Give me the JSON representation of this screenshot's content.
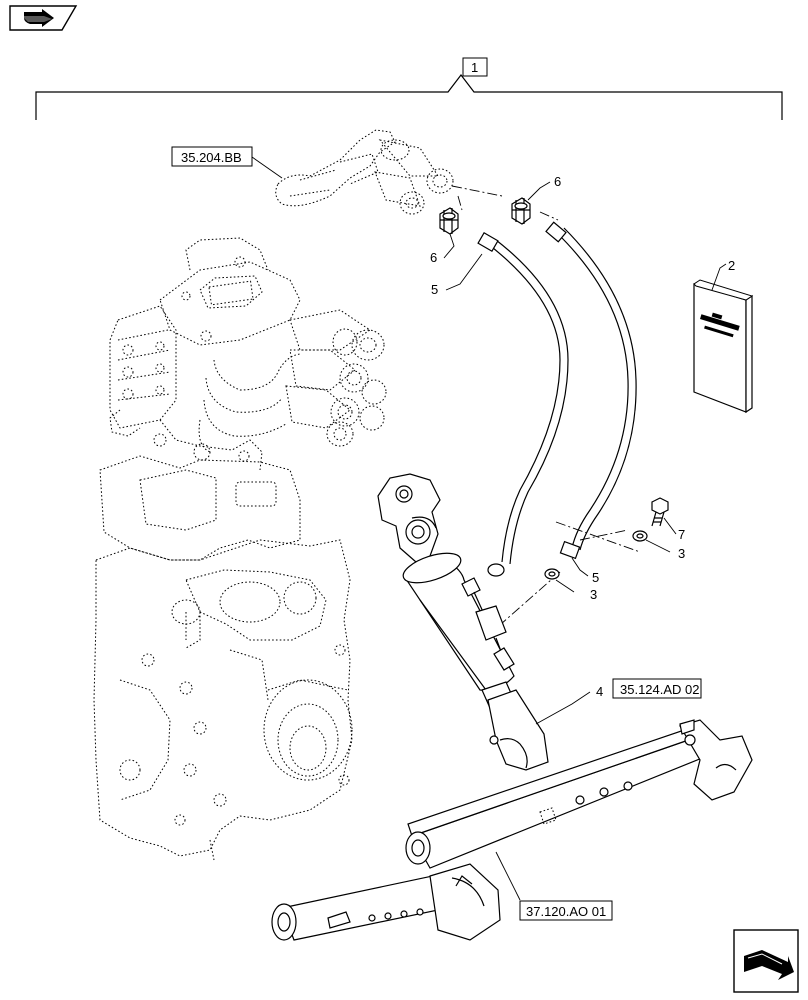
{
  "nav": {
    "top_icon": "previous-page-icon",
    "bottom_icon": "next-page-icon"
  },
  "callouts": {
    "c1": "1",
    "c2": "2",
    "c3a": "3",
    "c3b": "3",
    "c4": "4",
    "c5a": "5",
    "c5b": "5",
    "c6a": "6",
    "c6b": "6",
    "c7": "7"
  },
  "refs": {
    "r1": "35.204.BB",
    "r2": "35.124.AD 02",
    "r3": "37.120.AO 01"
  }
}
